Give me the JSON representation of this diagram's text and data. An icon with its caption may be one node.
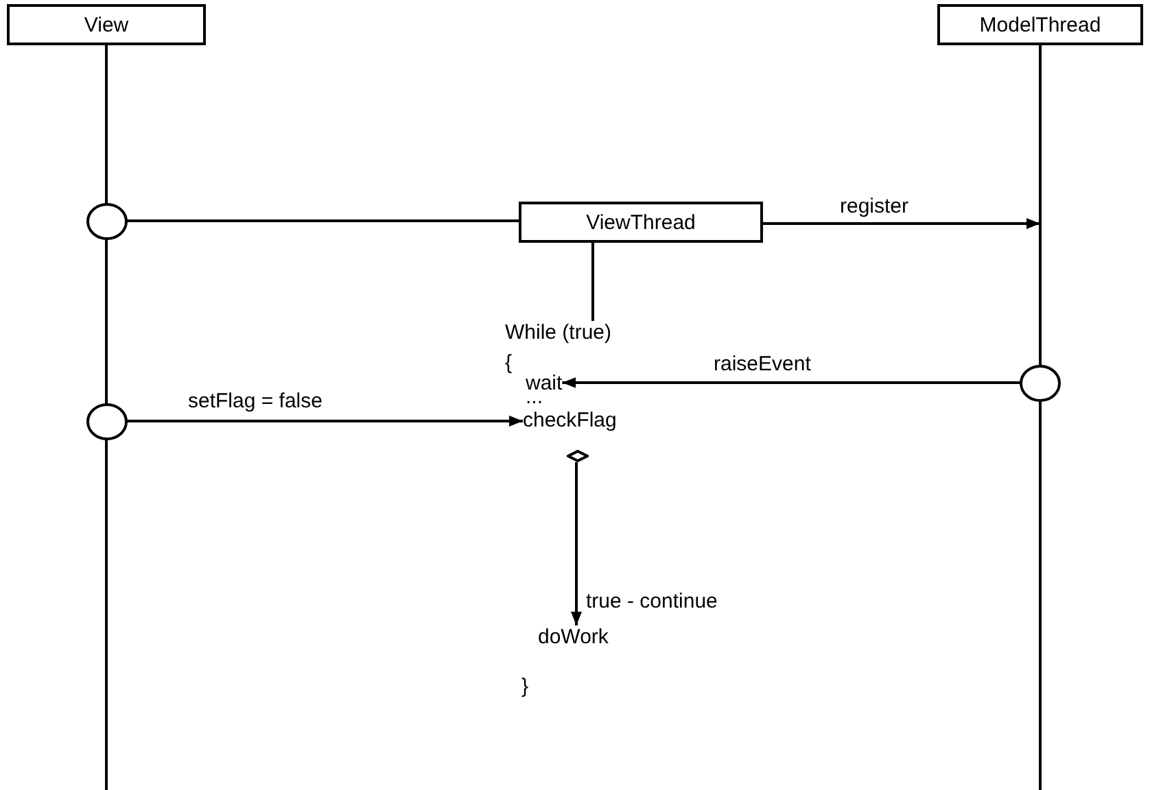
{
  "diagram": {
    "nodes": [
      {
        "text": [
          "View"
        ]
      },
      {
        "text": [
          "ModelThread"
        ]
      },
      {
        "text": [],
        "shape": "circle",
        "in": 0
      },
      {
        "text": [
          "ViewThread"
        ]
      },
      {
        "text": [
          "While (true)"
        ]
      },
      {
        "text": [
          "wait"
        ]
      },
      {
        "text": [],
        "shape": "circle",
        "in": 1
      },
      {
        "text": [],
        "shape": "circle",
        "in": 0
      },
      {
        "text": [
          "checkFlag"
        ]
      },
      {
        "text": [],
        "shape": "diamond"
      },
      {
        "text": [
          "doWork"
        ]
      }
    ],
    "edges": [
      {
        "from": 2,
        "to": 3,
        "arrow": "none"
      },
      {
        "from": 3,
        "to": 1,
        "arrow": "to",
        "label": "register"
      },
      {
        "from": 3,
        "to": 4,
        "arrow": "none"
      },
      {
        "from": 6,
        "to": 5,
        "arrow": "to",
        "label": "raiseEvent"
      },
      {
        "from": 7,
        "to": 8,
        "arrow": "to",
        "label": "setFlag = false"
      },
      {
        "from": 9,
        "to": 10,
        "arrow": "to",
        "label": "true - continue"
      }
    ],
    "labels": [
      "{",
      "...",
      "}"
    ]
  }
}
